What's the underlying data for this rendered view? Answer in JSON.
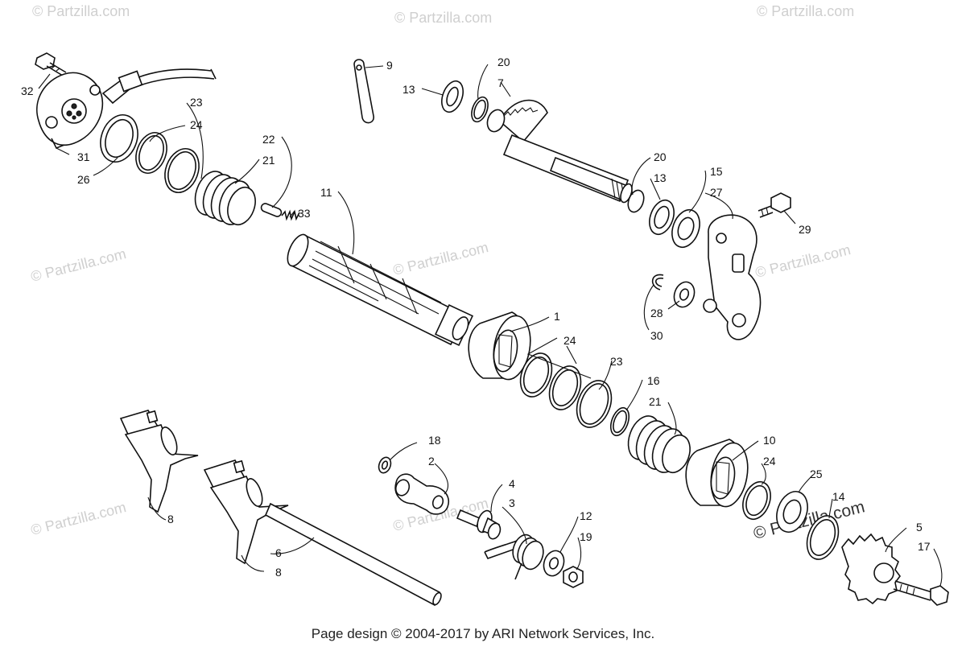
{
  "watermarks": [
    "© Partzilla.com",
    "© Partzilla.com",
    "© Partzilla.com",
    "© Partzilla.com",
    "© Partzilla.com",
    "© Partzilla.com",
    "© Partzilla.com",
    "© Partzilla.com",
    "© Partzilla.com"
  ],
  "watermark_prominent": "© Partzilla.com",
  "callouts": {
    "c1": "1",
    "c2": "2",
    "c3": "3",
    "c4": "4",
    "c5": "5",
    "c6": "6",
    "c7": "7",
    "c8a": "8",
    "c8b": "8",
    "c9": "9",
    "c10": "10",
    "c11": "11",
    "c12": "12",
    "c13a": "13",
    "c13b": "13",
    "c14": "14",
    "c15": "15",
    "c16": "16",
    "c17": "17",
    "c18": "18",
    "c19": "19",
    "c20a": "20",
    "c20b": "20",
    "c21a": "21",
    "c21b": "21",
    "c22": "22",
    "c23a": "23",
    "c23b": "23",
    "c24a": "24",
    "c24b": "24",
    "c24c": "24",
    "c25": "25",
    "c26": "26",
    "c27": "27",
    "c28": "28",
    "c29": "29",
    "c30": "30",
    "c31": "31",
    "c32": "32",
    "c33": "33"
  },
  "footer": "Page design © 2004-2017 by ARI Network Services, Inc."
}
